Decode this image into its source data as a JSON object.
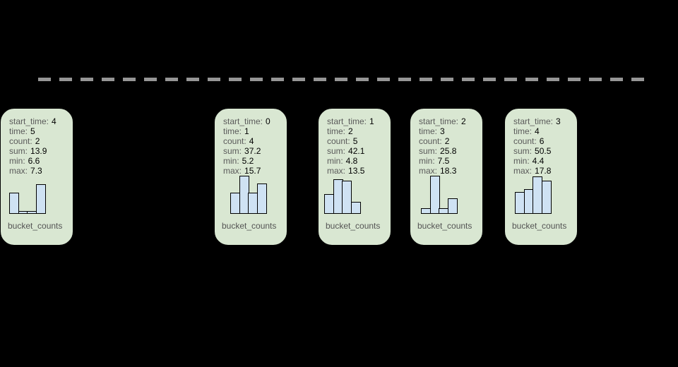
{
  "colors": {
    "background": "#000000",
    "dash_line": "#969696",
    "card_bg": "#d9e7d2",
    "card_border": "#000000",
    "bar_fill": "#cfe2f3",
    "bar_border": "#000000",
    "field_label": "#5a5a5a",
    "field_value": "#000000"
  },
  "cards": [
    {
      "fields": [
        {
          "label": "start_time:",
          "value": "0"
        },
        {
          "label": "time:",
          "value": "1"
        },
        {
          "label": "count:",
          "value": "4"
        },
        {
          "label": "sum:",
          "value": "37.2"
        },
        {
          "label": "min:",
          "value": "5.2"
        },
        {
          "label": "max:",
          "value": "15.7"
        }
      ],
      "bars": [
        30,
        54,
        30,
        43
      ],
      "bucket_label": "bucket_counts"
    },
    {
      "fields": [
        {
          "label": "start_time:",
          "value": "1"
        },
        {
          "label": "time:",
          "value": "2"
        },
        {
          "label": "count:",
          "value": "5"
        },
        {
          "label": "sum:",
          "value": "42.1"
        },
        {
          "label": "min:",
          "value": "4.8"
        },
        {
          "label": "max:",
          "value": "13.5"
        }
      ],
      "bars": [
        28,
        49,
        47,
        17
      ],
      "bucket_label": "bucket_counts"
    },
    {
      "fields": [
        {
          "label": "start_time:",
          "value": "2"
        },
        {
          "label": "time:",
          "value": "3"
        },
        {
          "label": "count:",
          "value": "2"
        },
        {
          "label": "sum:",
          "value": "25.8"
        },
        {
          "label": "min:",
          "value": "7.5"
        },
        {
          "label": "max:",
          "value": "18.3"
        }
      ],
      "bars": [
        8,
        54,
        8,
        22
      ],
      "bucket_label": "bucket_counts"
    },
    {
      "fields": [
        {
          "label": "start_time:",
          "value": "3"
        },
        {
          "label": "time:",
          "value": "4"
        },
        {
          "label": "count:",
          "value": "6"
        },
        {
          "label": "sum:",
          "value": "50.5"
        },
        {
          "label": "min:",
          "value": "4.4"
        },
        {
          "label": "max:",
          "value": "17.8"
        }
      ],
      "bars": [
        31,
        35,
        53,
        47
      ],
      "bucket_label": "bucket_counts"
    },
    {
      "fields": [
        {
          "label": "start_time:",
          "value": "4"
        },
        {
          "label": "time:",
          "value": "5"
        },
        {
          "label": "count:",
          "value": "2"
        },
        {
          "label": "sum:",
          "value": "13.9"
        },
        {
          "label": "min:",
          "value": "6.6"
        },
        {
          "label": "max:",
          "value": "7.3"
        }
      ],
      "bars": [
        30,
        4,
        4,
        42
      ],
      "bucket_label": "bucket_counts"
    }
  ]
}
